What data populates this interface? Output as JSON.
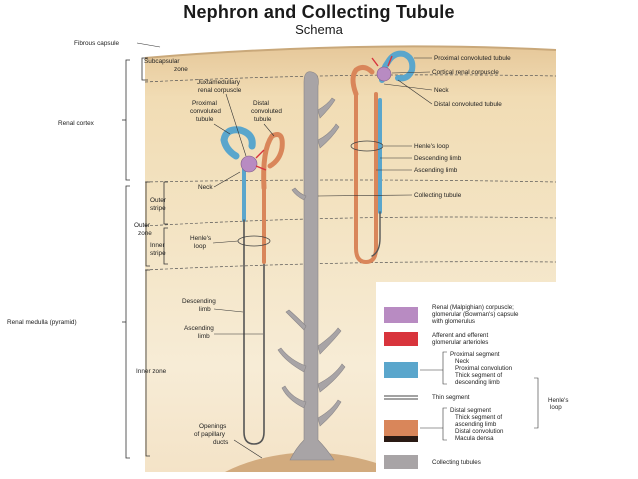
{
  "title": "Nephron and Collecting Tubule",
  "subtitle": "Schema",
  "left_labels": {
    "fibrous_capsule": "Fibrous capsule",
    "subcapsular_zone": [
      "Subcapsular",
      "zone"
    ],
    "juxtamedullary": [
      "Juxtamedullary",
      "renal corpuscle"
    ],
    "renal_cortex": "Renal cortex",
    "proximal_convoluted": [
      "Proximal",
      "convoluted",
      "tubule"
    ],
    "distal_convoluted": [
      "Distal",
      "convoluted",
      "tubule"
    ],
    "neck": "Neck",
    "outer_stripe": [
      "Outer",
      "stripe"
    ],
    "outer_zone": [
      "Outer",
      "zone"
    ],
    "inner_stripe": [
      "Inner",
      "stripe"
    ],
    "henles_loop": [
      "Henle's",
      "loop"
    ],
    "renal_medulla": "Renal medulla (pyramid)",
    "descending_limb": [
      "Descending",
      "limb"
    ],
    "ascending_limb": [
      "Ascending",
      "limb"
    ],
    "inner_zone": "Inner zone",
    "openings": [
      "Openings",
      "of papillary",
      "ducts"
    ]
  },
  "right_labels": {
    "proximal_convoluted_tubule": "Proximal convoluted tubule",
    "cortical_renal_corpuscle": "Cortical renal corpuscle",
    "neck": "Neck",
    "distal_convoluted_tubule": "Distal convoluted tubule",
    "henles_loop": "Henle's loop",
    "descending_limb": "Descending limb",
    "ascending_limb": "Ascending limb",
    "collecting_tubule": "Collecting tubule"
  },
  "legend": {
    "renal_corpuscle": [
      "Renal (Malpighian) corpuscle;",
      "glomerular (Bowman's) capsule",
      "with glomerulus"
    ],
    "arterioles": [
      "Afferent and efferent",
      "glomerular arterioles"
    ],
    "proximal_segment": [
      "Proximal segment",
      "Neck",
      "Proximal convolution",
      "Thick segment of",
      "descending limb"
    ],
    "thin_segment": "Thin segment",
    "distal_segment": [
      "Distal segment",
      "Thick segment of",
      "ascending limb",
      "Distal convolution",
      "Macula densa"
    ],
    "henles_loop": [
      "Henle's",
      "loop"
    ],
    "collecting_tubules": "Collecting tubules"
  },
  "colors": {
    "corpuscle": "#b88bc2",
    "arterioles": "#d8343c",
    "proximal": "#5aa6cc",
    "distal": "#d9865a",
    "macula": "#2a1a14",
    "collecting": "#a8a4a6",
    "cortex": "#f2e0bd",
    "medulla": "#f6ead0"
  }
}
